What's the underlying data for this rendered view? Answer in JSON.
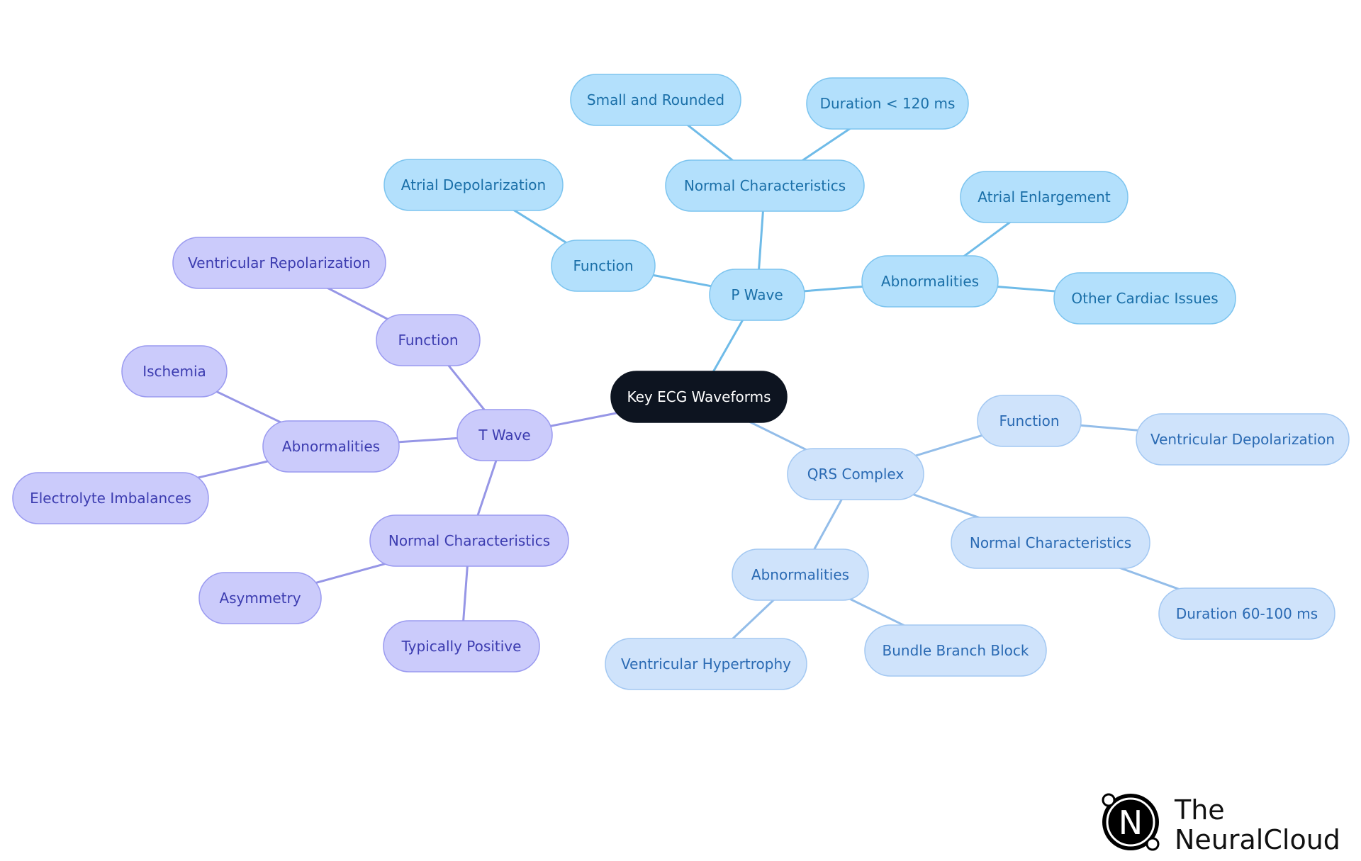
{
  "diagram": {
    "root": {
      "label": "Key ECG Waveforms"
    },
    "branches": [
      {
        "label": "P Wave",
        "theme": "pwave",
        "children": [
          {
            "label": "Function",
            "children": [
              {
                "label": "Atrial Depolarization"
              }
            ]
          },
          {
            "label": "Normal Characteristics",
            "children": [
              {
                "label": "Small and Rounded"
              },
              {
                "label": "Duration < 120 ms"
              }
            ]
          },
          {
            "label": "Abnormalities",
            "children": [
              {
                "label": "Atrial Enlargement"
              },
              {
                "label": "Other Cardiac Issues"
              }
            ]
          }
        ]
      },
      {
        "label": "QRS Complex",
        "theme": "qrs",
        "children": [
          {
            "label": "Function",
            "children": [
              {
                "label": "Ventricular Depolarization"
              }
            ]
          },
          {
            "label": "Normal Characteristics",
            "children": [
              {
                "label": "Duration 60-100 ms"
              }
            ]
          },
          {
            "label": "Abnormalities",
            "children": [
              {
                "label": "Bundle Branch Block"
              },
              {
                "label": "Ventricular Hypertrophy"
              }
            ]
          }
        ]
      },
      {
        "label": "T Wave",
        "theme": "twave",
        "children": [
          {
            "label": "Function",
            "children": [
              {
                "label": "Ventricular Repolarization"
              }
            ]
          },
          {
            "label": "Abnormalities",
            "children": [
              {
                "label": "Ischemia"
              },
              {
                "label": "Electrolyte Imbalances"
              }
            ]
          },
          {
            "label": "Normal Characteristics",
            "children": [
              {
                "label": "Asymmetry"
              },
              {
                "label": "Typically Positive"
              }
            ]
          }
        ]
      }
    ]
  },
  "colors": {
    "root_fill": "#0d1420",
    "root_text": "#ffffff",
    "pwave_fill": "#b3e0fc",
    "pwave_stroke": "#7cc4ef",
    "pwave_text": "#1a6fa8",
    "pwave_edge": "#6fbbe8",
    "qrs_fill": "#cfe3fb",
    "qrs_stroke": "#a3c8f2",
    "qrs_text": "#2a6ab3",
    "qrs_edge": "#93bde9",
    "twave_fill": "#cbcbfb",
    "twave_stroke": "#9a9af0",
    "twave_text": "#3c3cb0",
    "twave_edge": "#9696e6"
  },
  "logo": {
    "mark_letter": "N",
    "line1": "The",
    "line2": "NeuralCloud"
  }
}
